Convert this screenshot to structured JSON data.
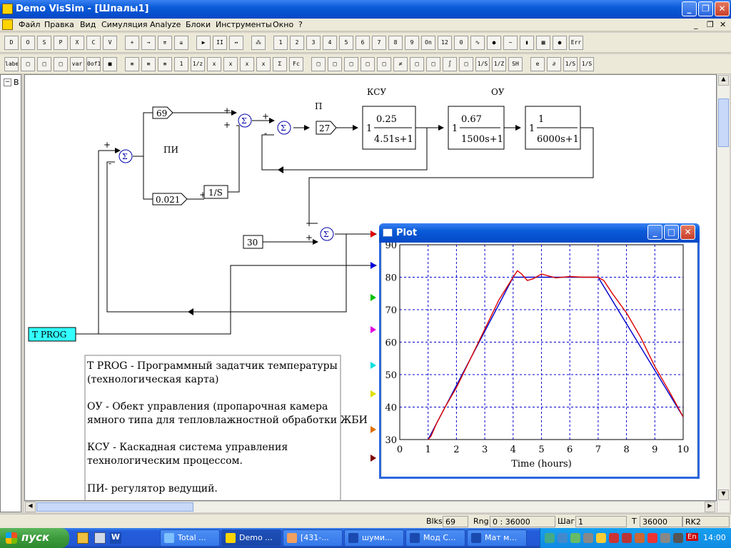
{
  "window": {
    "title": "Demo VisSim - [Шпалы1]"
  },
  "menu": [
    "Файл",
    "Правка",
    "Вид",
    "Симуляция",
    "Analyze",
    "Блоки",
    "Инструменты",
    "Окно",
    "?"
  ],
  "toolbar1": [
    "D",
    "O",
    "S",
    "P",
    "X",
    "C",
    "V",
    "+",
    "→",
    "⇈",
    "⇊",
    "▶",
    "II",
    "↔",
    "⁂",
    "1",
    "2",
    "3",
    "4",
    "5",
    "6",
    "7",
    "8",
    "9",
    "On",
    "12",
    "0",
    "∿",
    "●",
    "~",
    "▮",
    "▦",
    "●",
    "Err"
  ],
  "toolbar2": [
    "label",
    "□",
    "□",
    "□",
    "var",
    "0of1",
    "■",
    "≡",
    "≡",
    "≡",
    "1",
    "1/z",
    "x",
    "x",
    "x",
    "x",
    "Σ",
    "Fc",
    "□",
    "□",
    "□",
    "□",
    "□",
    "≠",
    "□",
    "□",
    "∫",
    "□",
    "1/S",
    "1/Z",
    "SH",
    "e",
    "∂",
    "1/S",
    "1/S"
  ],
  "tree": {
    "collapse": "−",
    "label": "В"
  },
  "diagram": {
    "blocks": {
      "b69": "69",
      "b0021": "0.021",
      "b1s": "1/S",
      "b27": "27",
      "b30": "30",
      "tprog": "T PROG"
    },
    "labels": {
      "pi": "ПИ",
      "p": "П",
      "ksu": "КСУ",
      "ou": "ОУ"
    },
    "tf1": {
      "gain": "1",
      "num": "0.25",
      "den": "4.51s+1"
    },
    "tf2": {
      "gain": "1",
      "num": "0.67",
      "den": "1500s+1"
    },
    "tf3": {
      "gain": "1",
      "num": "1",
      "den": "6000s+1"
    },
    "signs": {
      "plus": "+",
      "minus": "-"
    },
    "sum": "Σ"
  },
  "notes": [
    "T PROG - Программный задатчик температуры",
    "(технологическая карта)",
    "ОУ - Обект управления (пропарочная камера",
    "ямного типа для тепловлажностной обработки ЖБИ",
    "КСУ - Каскадная система управления",
    "технологическим процессом.",
    "ПИ- регулятор ведущий."
  ],
  "plot": {
    "title": "Plot",
    "xlabel": "Time (hours)"
  },
  "chart_data": {
    "type": "line",
    "title": "",
    "xlabel": "Time (hours)",
    "ylabel": "",
    "xlim": [
      0,
      10
    ],
    "ylim": [
      30,
      90
    ],
    "xticks": [
      0,
      1,
      2,
      3,
      4,
      5,
      6,
      7,
      8,
      9,
      10
    ],
    "yticks": [
      30,
      40,
      50,
      60,
      70,
      80,
      90
    ],
    "grid": true,
    "series": [
      {
        "color": "#0000cc",
        "x": [
          1,
          4,
          7,
          10
        ],
        "y": [
          30,
          80,
          80,
          37
        ]
      },
      {
        "color": "#dd0000",
        "x": [
          0.9,
          1.1,
          1.3,
          1.6,
          2,
          2.5,
          3,
          3.5,
          4,
          4.15,
          4.3,
          4.5,
          4.7,
          5,
          5.5,
          6,
          6.5,
          7,
          7.2,
          7.5,
          8,
          8.5,
          9,
          9.5,
          10
        ],
        "y": [
          29,
          31,
          35,
          40,
          46,
          55,
          64,
          73,
          80,
          82,
          81,
          79,
          79.5,
          81,
          79.8,
          80.2,
          80,
          80,
          79,
          75,
          69,
          61.5,
          52.5,
          45,
          37
        ]
      }
    ]
  },
  "status": {
    "blks_label": "Blks",
    "blks": "69",
    "rng_label": "Rng",
    "rng": "0 : 36000",
    "step_label": "Шаг",
    "step": "1",
    "t_label": "T",
    "t": "36000",
    "method": "RK2"
  },
  "taskbar": {
    "start": "пуск",
    "tasks": [
      "Total ...",
      "Demo ...",
      "[431-...",
      "шуми...",
      "Мод С...",
      "Мат м..."
    ],
    "clock": "14:00",
    "lang": "En"
  },
  "colors": {
    "xp_blue": "#0a5bd8",
    "tprog_bg": "#33ffff",
    "signal_line": "#000000"
  }
}
